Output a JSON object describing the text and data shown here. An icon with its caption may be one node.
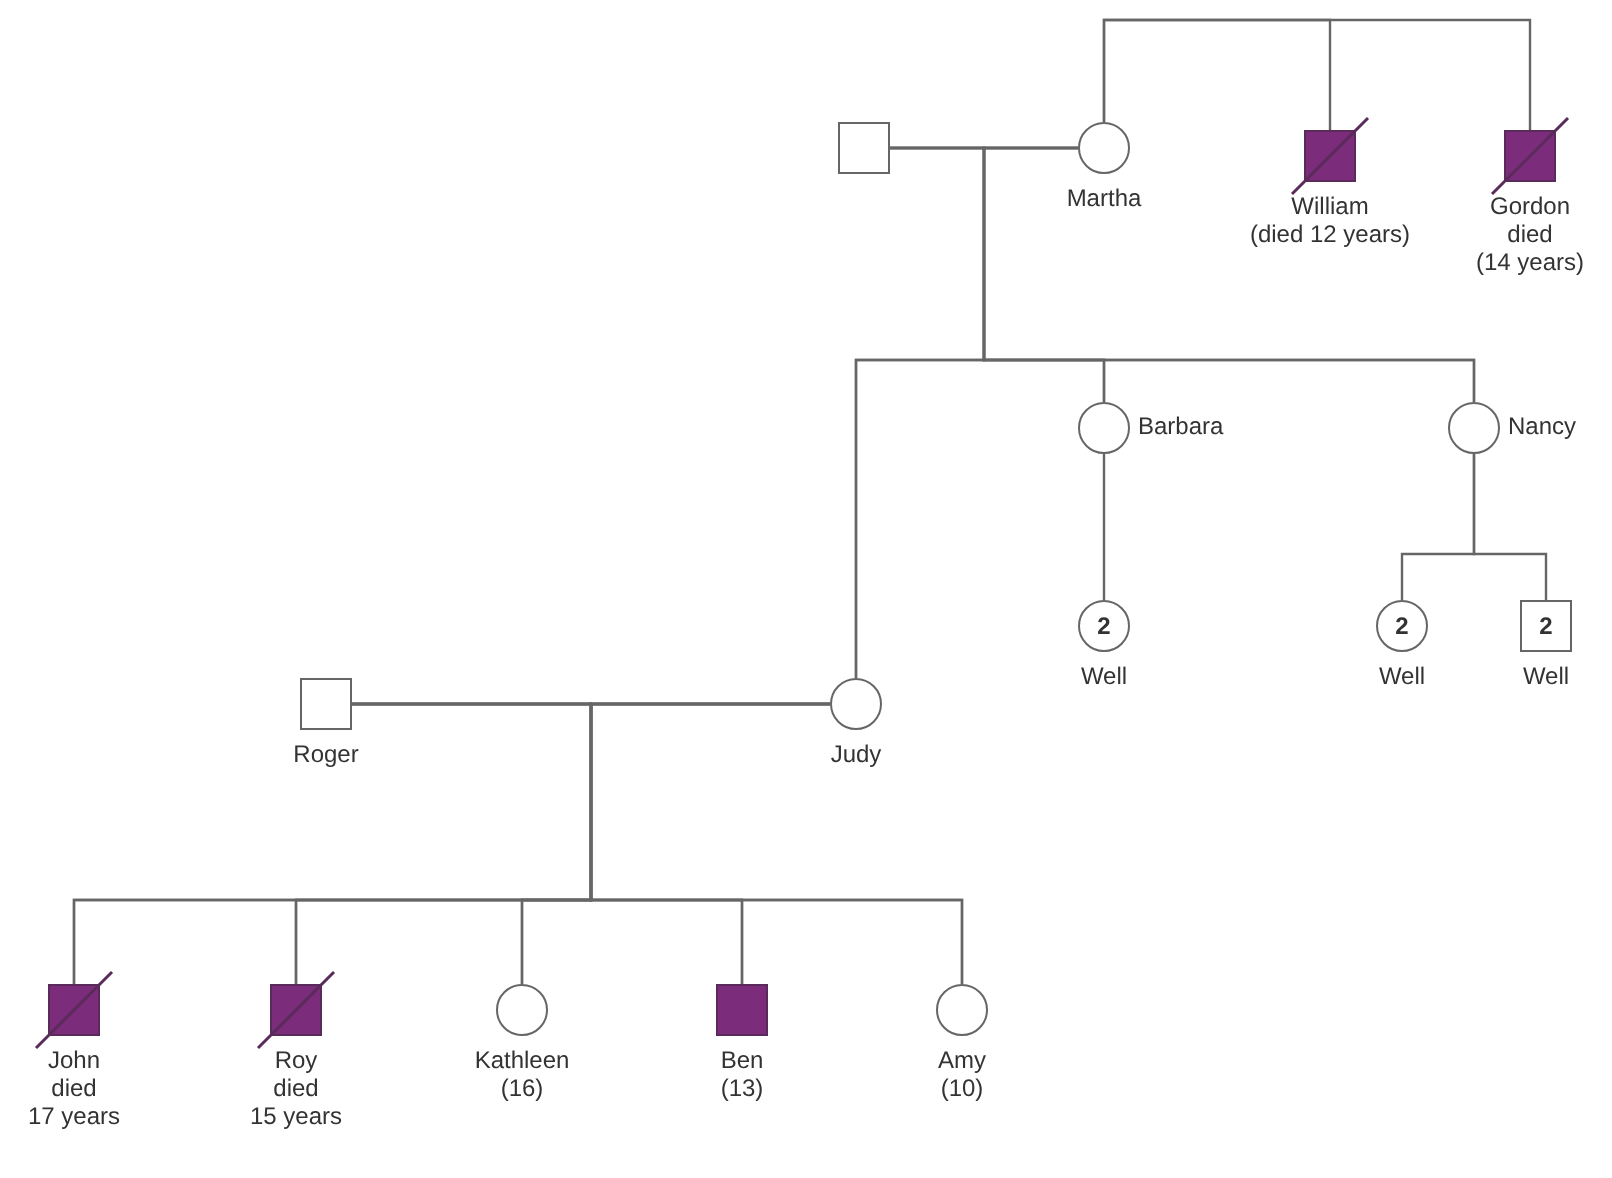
{
  "diagram": {
    "nodes": [
      {
        "text": [],
        "shape": "box"
      },
      {
        "text": [],
        "shape": "circle",
        "beside": [
          "Martha"
        ]
      },
      {
        "text": [],
        "shape": "box",
        "beside": [
          "William",
          "(died 12 years)"
        ]
      },
      {
        "text": [],
        "shape": "box",
        "beside": [
          "Gordon",
          "died",
          "(14 years)"
        ]
      },
      {
        "text": [],
        "shape": "circle",
        "beside": [
          "Judy"
        ]
      },
      {
        "text": [],
        "shape": "circle",
        "beside": [
          "Barbara"
        ]
      },
      {
        "text": [],
        "shape": "circle",
        "beside": [
          "Nancy"
        ]
      },
      {
        "text": [
          "2"
        ],
        "beside": [
          "Well"
        ]
      },
      {
        "text": [
          "2"
        ],
        "beside": [
          "Well"
        ]
      },
      {
        "text": [
          "2"
        ],
        "beside": [
          "Well"
        ]
      },
      {
        "text": [],
        "shape": "box",
        "beside": [
          "Roger"
        ]
      },
      {
        "text": [],
        "shape": "box",
        "beside": [
          "John",
          "died",
          "17 years"
        ]
      },
      {
        "text": [],
        "shape": "box",
        "beside": [
          "Roy",
          "died",
          "15 years"
        ]
      },
      {
        "text": [],
        "shape": "circle",
        "beside": [
          "Kathleen",
          "(16)"
        ]
      },
      {
        "text": [],
        "shape": "box",
        "beside": [
          "Ben",
          "(13)"
        ]
      },
      {
        "text": [],
        "shape": "circle",
        "beside": [
          "Amy",
          "(10)"
        ]
      }
    ],
    "edges": [
      {
        "from": 0,
        "to": 1,
        "arrow": "none"
      },
      {
        "from": 1,
        "to": 2,
        "arrow": "none"
      },
      {
        "from": 1,
        "to": 3,
        "arrow": "none"
      },
      {
        "from": 0,
        "to": 4,
        "arrow": "none"
      },
      {
        "from": 1,
        "to": 4,
        "arrow": "none"
      },
      {
        "from": 0,
        "to": 5,
        "arrow": "none"
      },
      {
        "from": 1,
        "to": 5,
        "arrow": "none"
      },
      {
        "from": 0,
        "to": 6,
        "arrow": "none"
      },
      {
        "from": 1,
        "to": 6,
        "arrow": "none"
      },
      {
        "from": 5,
        "to": 7,
        "arrow": "none"
      },
      {
        "from": 6,
        "to": 8,
        "arrow": "none"
      },
      {
        "from": 6,
        "to": 9,
        "arrow": "none"
      },
      {
        "from": 10,
        "to": 4,
        "arrow": "none"
      },
      {
        "from": 10,
        "to": 11,
        "arrow": "none"
      },
      {
        "from": 10,
        "to": 12,
        "arrow": "none"
      },
      {
        "from": 10,
        "to": 13,
        "arrow": "none"
      },
      {
        "from": 10,
        "to": 14,
        "arrow": "none"
      },
      {
        "from": 10,
        "to": 15,
        "arrow": "none"
      },
      {
        "from": 4,
        "to": 11,
        "arrow": "none"
      },
      {
        "from": 4,
        "to": 12,
        "arrow": "none"
      },
      {
        "from": 4,
        "to": 13,
        "arrow": "none"
      },
      {
        "from": 4,
        "to": 14,
        "arrow": "none"
      },
      {
        "from": 4,
        "to": 15,
        "arrow": "none"
      }
    ]
  }
}
